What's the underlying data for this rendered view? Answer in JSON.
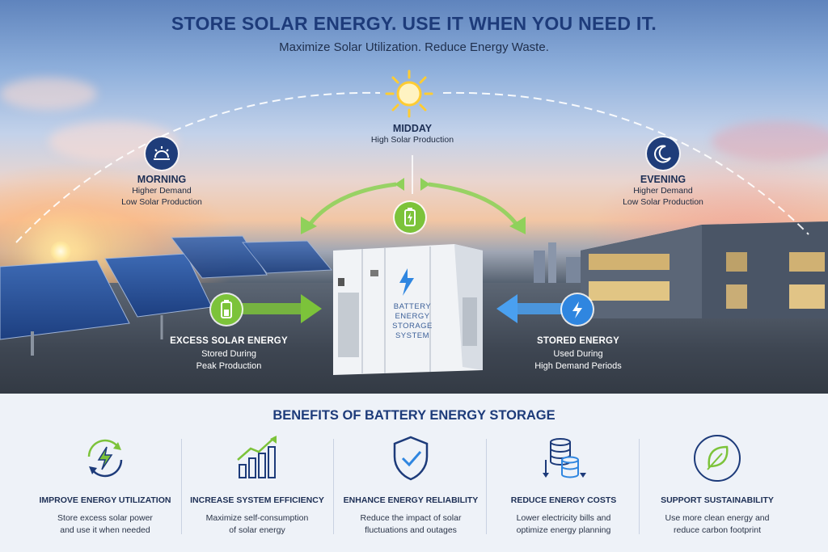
{
  "header": {
    "title": "STORE SOLAR ENERGY. USE IT WHEN YOU NEED IT.",
    "subtitle": "Maximize Solar Utilization. Reduce Energy Waste."
  },
  "phases": {
    "morning": {
      "name": "MORNING",
      "line1": "Higher Demand",
      "line2": "Low Solar Production"
    },
    "midday": {
      "name": "MIDDAY",
      "line1": "High Solar Production"
    },
    "evening": {
      "name": "EVENING",
      "line1": "Higher Demand",
      "line2": "Low Solar Production"
    }
  },
  "battery_label": [
    "BATTERY",
    "ENERGY",
    "STORAGE",
    "SYSTEM"
  ],
  "flows": {
    "excess": {
      "name": "EXCESS SOLAR ENERGY",
      "line1": "Stored During",
      "line2": "Peak Production"
    },
    "stored": {
      "name": "STORED ENERGY",
      "line1": "Used During",
      "line2": "High Demand Periods"
    }
  },
  "benefits": {
    "title": "BENEFITS OF BATTERY ENERGY STORAGE",
    "items": [
      {
        "icon": "energy-cycle-icon",
        "name": "IMPROVE ENERGY UTILIZATION",
        "line1": "Store excess solar power",
        "line2": "and use it when needed"
      },
      {
        "icon": "growth-chart-icon",
        "name": "INCREASE SYSTEM EFFICIENCY",
        "line1": "Maximize self-consumption",
        "line2": "of solar energy"
      },
      {
        "icon": "shield-check-icon",
        "name": "ENHANCE ENERGY RELIABILITY",
        "line1": "Reduce the impact of solar",
        "line2": "fluctuations and outages"
      },
      {
        "icon": "coins-down-icon",
        "name": "REDUCE ENERGY COSTS",
        "line1": "Lower electricity bills and",
        "line2": "optimize energy planning"
      },
      {
        "icon": "leaf-icon",
        "name": "SUPPORT SUSTAINABILITY",
        "line1": "Use more clean energy and",
        "line2": "reduce carbon footprint"
      }
    ]
  },
  "colors": {
    "navy": "#1d3b7a",
    "green": "#7cc33a",
    "blue": "#2f86e0"
  }
}
